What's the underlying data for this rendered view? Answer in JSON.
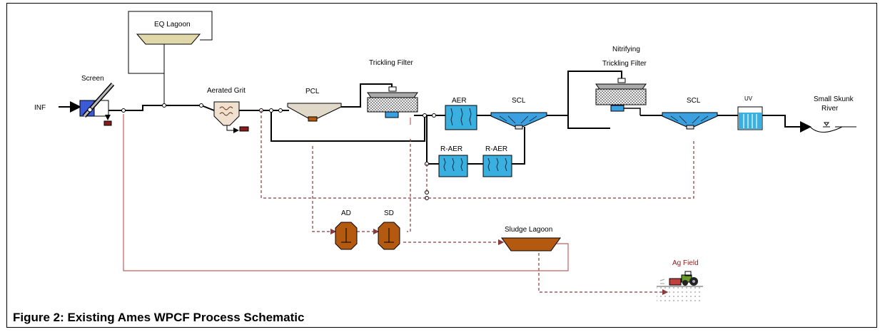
{
  "labels": {
    "inf": "INF",
    "screen": "Screen",
    "eq_lagoon": "EQ Lagoon",
    "aerated_grit": "Aerated Grit",
    "pcl": "PCL",
    "trickling_filter": "Trickling Filter",
    "aer": "AER",
    "scl1": "SCL",
    "r_aer1": "R-AER",
    "r_aer2": "R-AER",
    "nitrifying_1": "Nitrifying",
    "nitrifying_2": "Trickling Filter",
    "scl2": "SCL",
    "uv": "UV",
    "river_1": "Small Skunk",
    "river_2": "River",
    "ad": "AD",
    "sd": "SD",
    "sludge_lagoon": "Sludge Lagoon",
    "ag_field": "Ag Field"
  },
  "caption": "Figure 2: Existing Ames WPCF Process Schematic",
  "colors": {
    "water_blue": "#3aa0e0",
    "digester_brown": "#b35a10",
    "sludge_line": "#8b3a3a",
    "return_line": "#c06060",
    "lagoon_tan": "#e0d8a8",
    "ag_field_label": "#8b1a1a"
  }
}
